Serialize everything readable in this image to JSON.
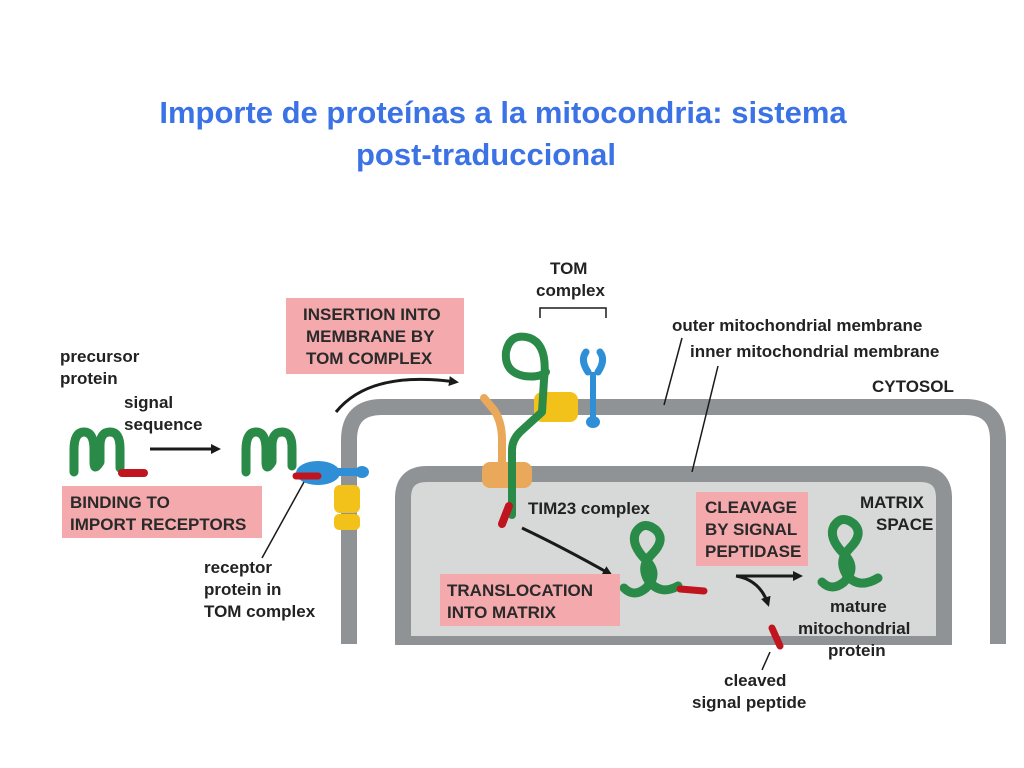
{
  "title": {
    "line1": "Importe de proteínas a la mitocondria: sistema",
    "line2": "post-traduccional"
  },
  "labels": {
    "precursor_protein": [
      "precursor",
      "protein"
    ],
    "signal_sequence": [
      "signal",
      "sequence"
    ],
    "tom_complex": [
      "TOM",
      "complex"
    ],
    "outer_membrane": "outer mitochondrial membrane",
    "inner_membrane": "inner mitochondrial membrane",
    "cytosol": "CYTOSOL",
    "matrix_space": [
      "MATRIX",
      "SPACE"
    ],
    "tim23_complex": "TIM23 complex",
    "receptor_protein": [
      "receptor",
      "protein in",
      "TOM complex"
    ],
    "mature_protein": [
      "mature",
      "mitochondrial",
      "protein"
    ],
    "cleaved_peptide": [
      "cleaved",
      "signal peptide"
    ]
  },
  "steps": {
    "binding": [
      "BINDING TO",
      "IMPORT RECEPTORS"
    ],
    "insertion": [
      "INSERTION INTO",
      "MEMBRANE BY",
      "TOM COMPLEX"
    ],
    "translocation": [
      "TRANSLOCATION",
      "INTO MATRIX"
    ],
    "cleavage": [
      "CLEAVAGE",
      "BY SIGNAL",
      "PEPTIDASE"
    ]
  },
  "colors": {
    "title": "#3b73e6",
    "step_box": "#f4a9ad",
    "protein_chain": "#2a8a47",
    "signal_sequence": "#c0141f",
    "outer_membrane": "#8f9396",
    "matrix": "#d6d9d7",
    "tom_receptor": "#2f8fd6",
    "tom_channel": "#f2c21a",
    "tim23": "#eaa85a"
  }
}
